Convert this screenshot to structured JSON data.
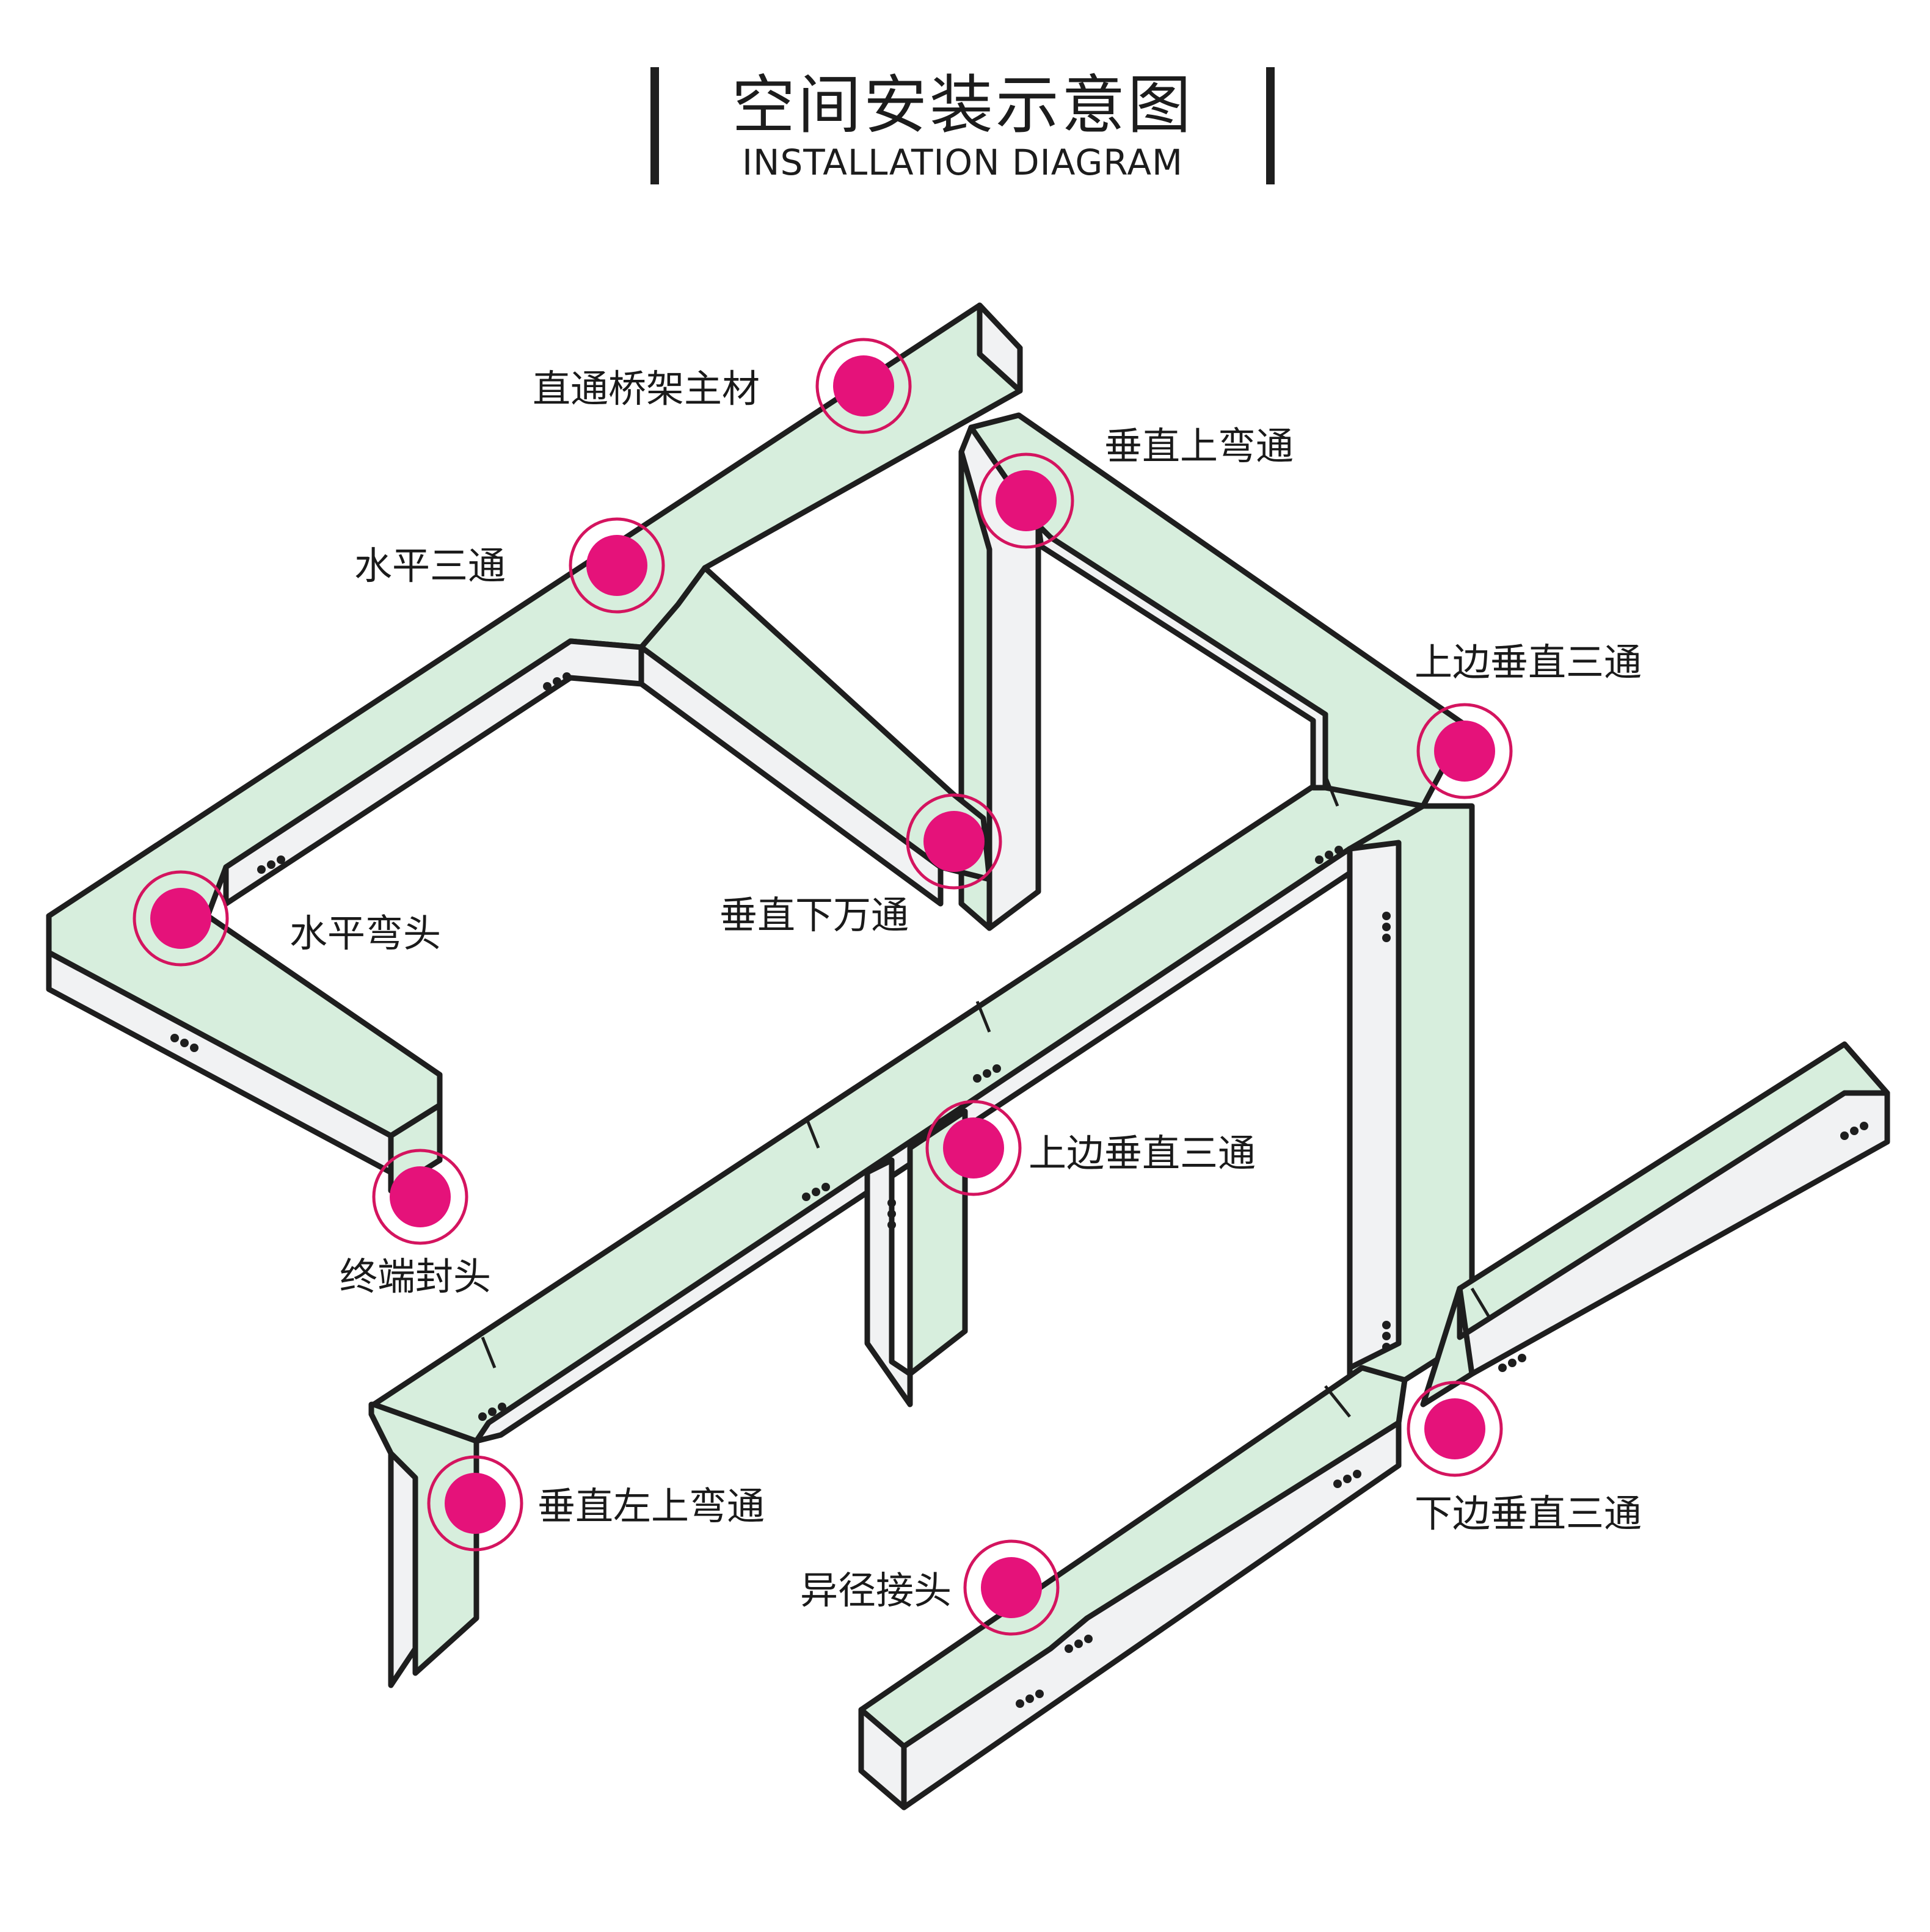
{
  "header": {
    "title_cn": "空间安装示意图",
    "title_en": "INSTALLATION DIAGRAM"
  },
  "colors": {
    "tray_top": "#d7eedd",
    "tray_side": "#f1f2f3",
    "outline": "#1e1e1e",
    "marker": "#e5127a",
    "marker_ring": "#d4145f"
  },
  "callouts": [
    {
      "id": "straight-tray",
      "label": "直通桥架主材"
    },
    {
      "id": "vertical-up-bend",
      "label": "垂直上弯通"
    },
    {
      "id": "horizontal-tee",
      "label": "水平三通"
    },
    {
      "id": "top-vertical-tee-1",
      "label": "上边垂直三通"
    },
    {
      "id": "vertical-down-bend",
      "label": "垂直下万通"
    },
    {
      "id": "horizontal-elbow",
      "label": "水平弯头"
    },
    {
      "id": "top-vertical-tee-2",
      "label": "上边垂直三通"
    },
    {
      "id": "end-cap",
      "label": "终端封头"
    },
    {
      "id": "vertical-left-up-bend",
      "label": "垂直左上弯通"
    },
    {
      "id": "bottom-vertical-tee",
      "label": "下边垂直三通"
    },
    {
      "id": "reducer",
      "label": "异径接头"
    }
  ]
}
